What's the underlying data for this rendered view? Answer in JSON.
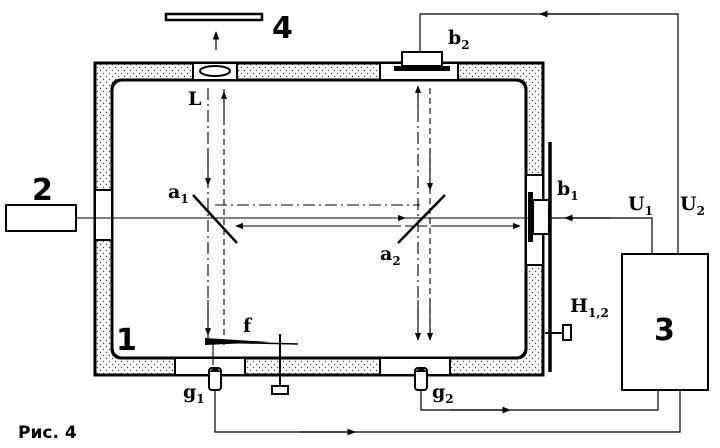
{
  "figure": {
    "caption": "Рис. 4",
    "labels": {
      "chamber": "1",
      "laser": "2",
      "controller": "3",
      "screen": "4",
      "lens": "L",
      "filter": "f",
      "mirror_a1": {
        "main": "a",
        "sub": "1"
      },
      "mirror_a2": {
        "main": "a",
        "sub": "2"
      },
      "detector_b1": {
        "main": "b",
        "sub": "1"
      },
      "detector_b2": {
        "main": "b",
        "sub": "2"
      },
      "detector_g1": {
        "main": "g",
        "sub": "1"
      },
      "detector_g2": {
        "main": "g",
        "sub": "2"
      },
      "heater": {
        "main": "H",
        "sub": "1,2"
      },
      "signal_u1": {
        "main": "U",
        "sub": "1"
      },
      "signal_u2": {
        "main": "U",
        "sub": "2"
      }
    }
  }
}
